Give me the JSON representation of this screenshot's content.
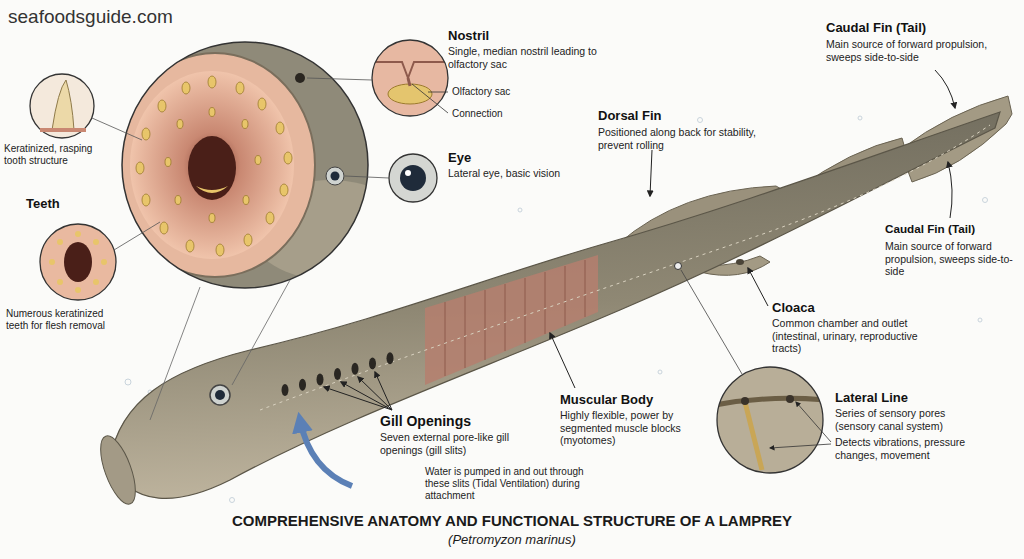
{
  "diagram": {
    "title": "COMPREHENSIVE ANATOMY AND FUNCTIONAL STRUCTURE OF A LAMPREY",
    "caption": "(Petromyzon marinus)",
    "labels": [
      "seafoodsguide.com",
      "Nostril",
      "Single, median nostril leading to olfactory sac",
      "Olfactory sac",
      "Connection",
      "Eye",
      "Lateral eye, basic vision",
      "Keratinized, rasping tooth structure",
      "Teeth",
      "Numerous keratinized teeth for flesh removal",
      "Dorsal Fin",
      "Positioned along back for stability, prevent rolling",
      "Caudal Fin (Tail)",
      "Main source of forward propulsion, sweeps side-to-side",
      "Caudal Fin (Tail)",
      "Main source of forward propulsion, sweeps side-to-side",
      "Muscular Body",
      "Highly flexible, power by segmented muscle blocks (myotomes)",
      "Cloaca",
      "Common chamber and outlet (intestinal, urinary, reproductive tracts)",
      "Gill Openings",
      "Seven external pore-like gill openings (gill slits)",
      "Water is pumped in and out through these slits (Tidal Ventilation) during attachment",
      "Lateral Line",
      "Series of sensory pores (sensory canal system)",
      "Detects vibrations, pressure changes, movement"
    ]
  }
}
